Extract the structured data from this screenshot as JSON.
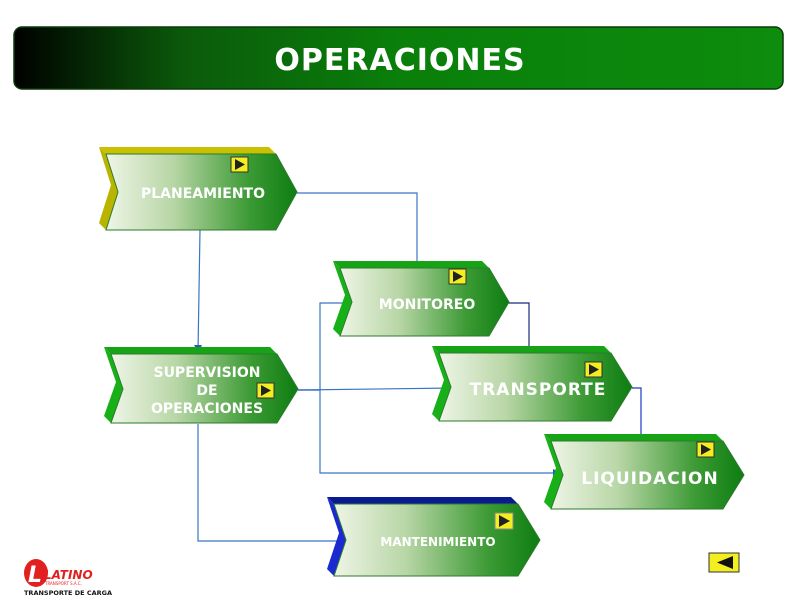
{
  "title": "OPERACIONES",
  "colors": {
    "banner_dark": "#0a2a0a",
    "banner_green": "#0a8a0a",
    "node_light": "#e8f2dc",
    "node_green": "#1a8c1a",
    "connector": "#3a74c4",
    "play_button": "#f2ee20"
  },
  "nodes": {
    "planeamiento": {
      "label": "PLANEAMIENTO"
    },
    "monitoreo": {
      "label": "MONITOREO"
    },
    "supervision": {
      "line1": "SUPERVISION",
      "line2": "DE",
      "line3": "OPERACIONES"
    },
    "transporte": {
      "label": "TRANSPORTE"
    },
    "liquidacion": {
      "label": "LIQUIDACION"
    },
    "mantenimiento": {
      "label": "MANTENIMIENTO"
    }
  },
  "icons": {
    "play": "play-icon",
    "back": "back-arrow-icon"
  },
  "logo": {
    "name": "LATINO",
    "subtitle": "TRANSPORT S.A.C.",
    "tagline": "TRANSPORTE DE CARGA"
  }
}
